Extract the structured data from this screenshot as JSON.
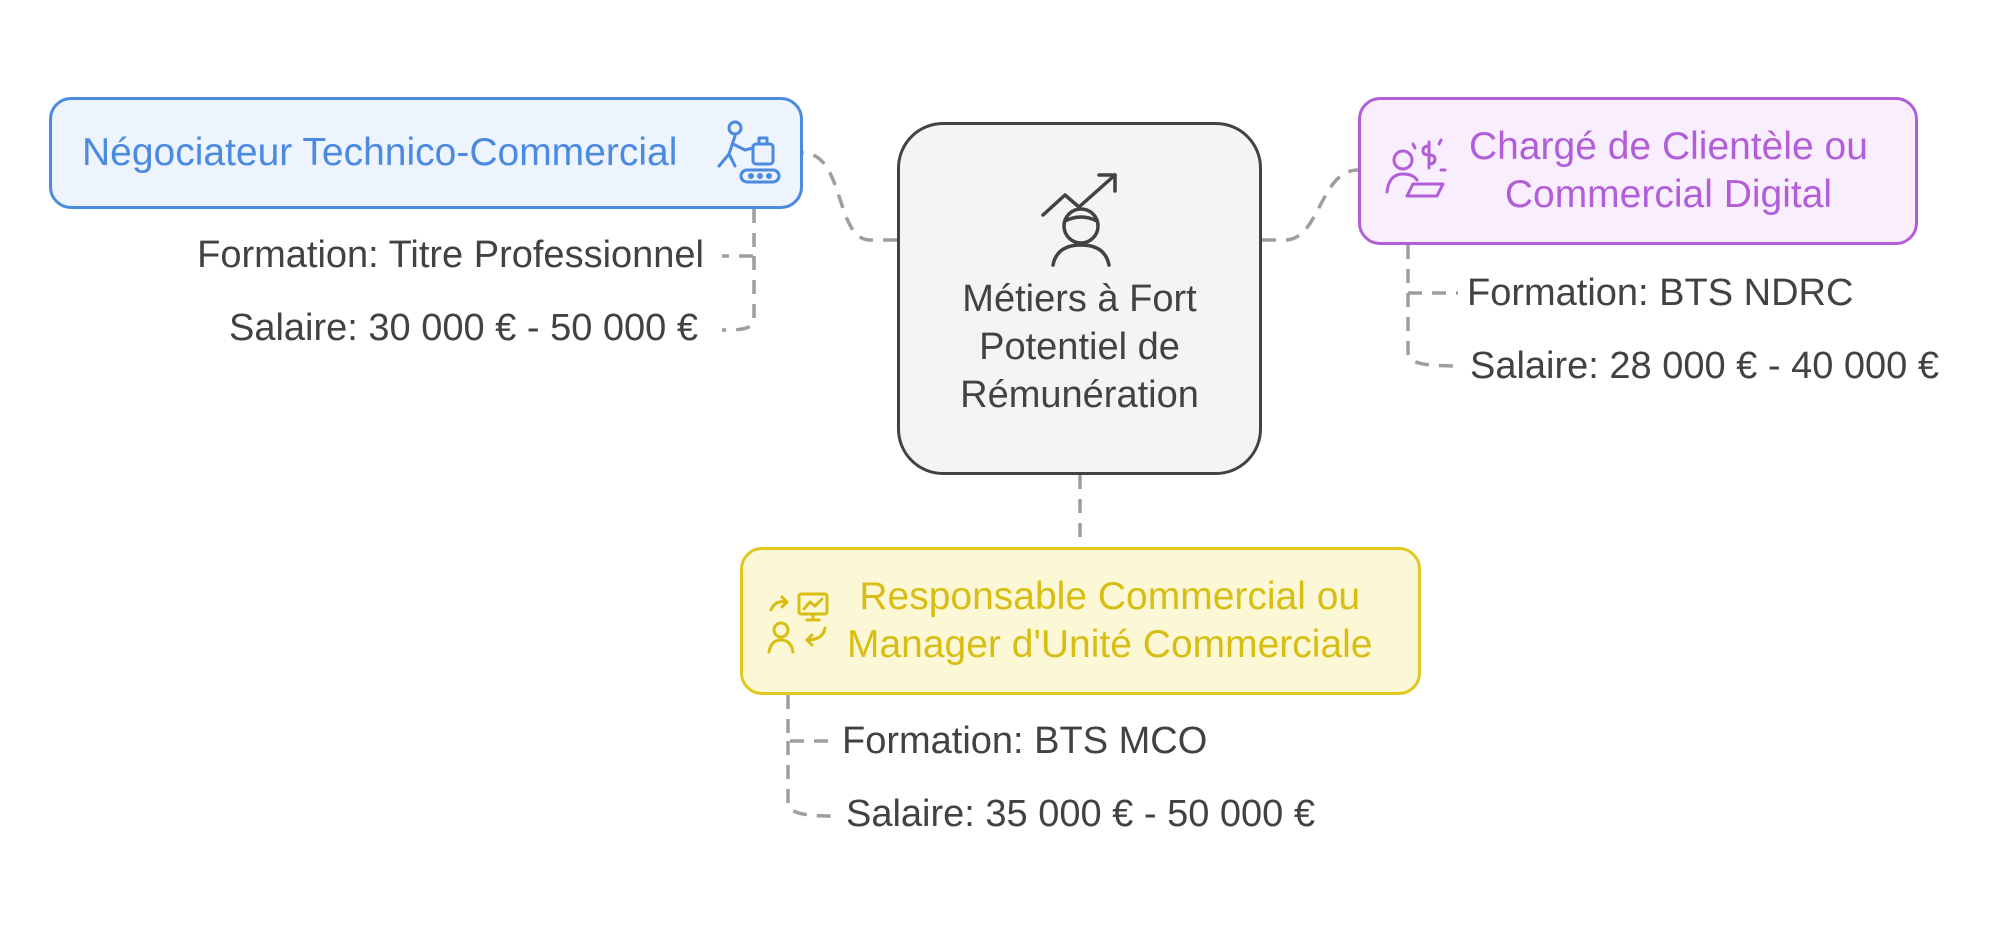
{
  "center": {
    "label_lines": [
      "Métiers à Fort",
      "Potentiel de",
      "Rémunération"
    ],
    "icon": "growth-person-icon"
  },
  "nodes": [
    {
      "title_lines": [
        "Négociateur Technico-Commercial"
      ],
      "icon": "person-with-luggage-icon",
      "formation": "Formation: Titre Professionnel",
      "salaire": "Salaire: 30 000 € - 50 000 €",
      "color": "#4a8ae0",
      "fill": "#eef4fd"
    },
    {
      "title_lines": [
        "Chargé de Clientèle ou",
        "Commercial Digital"
      ],
      "icon": "person-laptop-money-icon",
      "formation": "Formation: BTS NDRC",
      "salaire": "Salaire: 28 000 € - 40 000 €",
      "color": "#b35ed9",
      "fill": "#f8eefd"
    },
    {
      "title_lines": [
        "Responsable Commercial ou",
        "Manager d'Unité Commerciale"
      ],
      "icon": "manager-chart-icon",
      "formation": "Formation: BTS MCO",
      "salaire": "Salaire: 35 000 € - 50 000 €",
      "color": "#e0c81e",
      "fill": "#fcf8d6"
    }
  ],
  "connector_color": "#9e9e9e"
}
